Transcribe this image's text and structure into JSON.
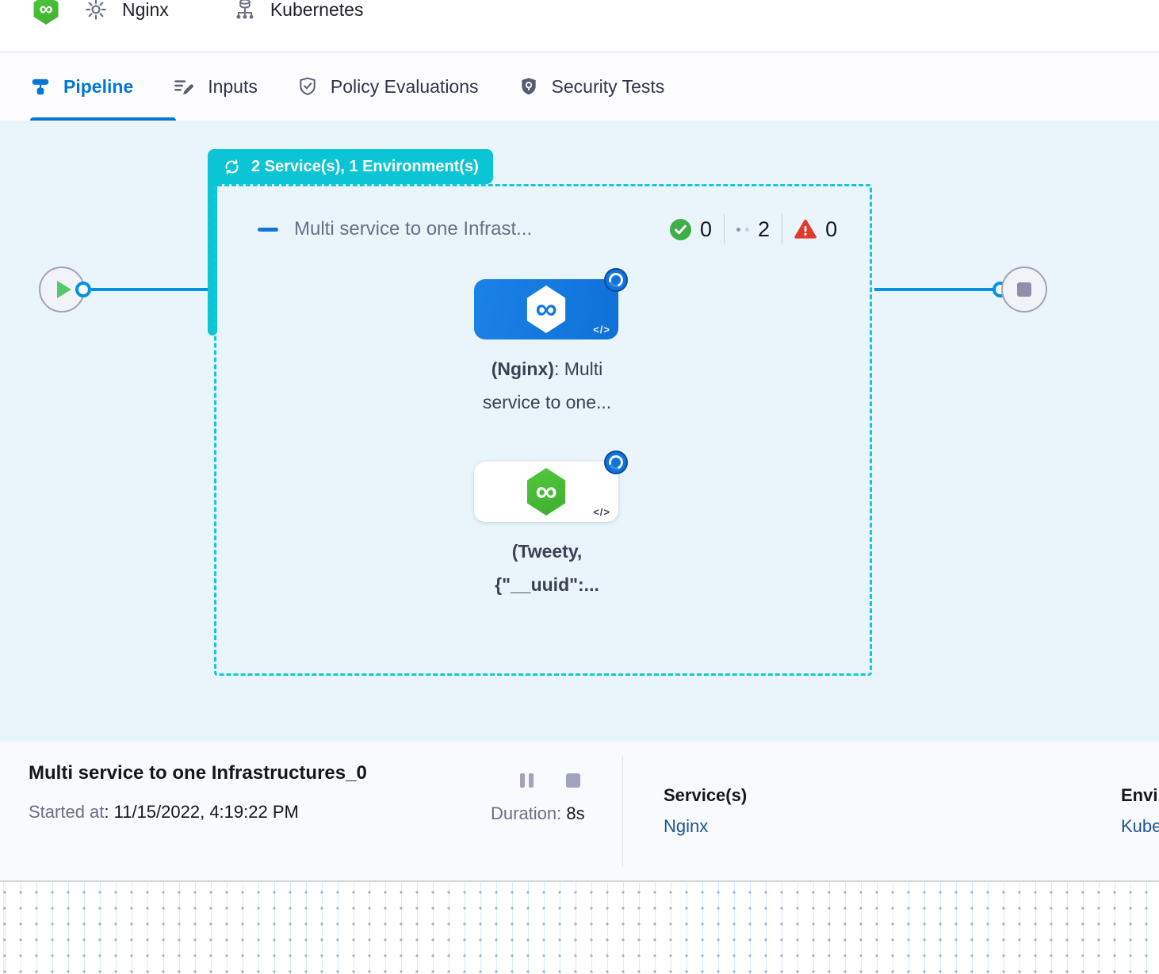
{
  "header": {
    "service_name": "Nginx",
    "environment_name": "Kubernetes"
  },
  "tabs": [
    {
      "label": "Pipeline",
      "active": true
    },
    {
      "label": "Inputs",
      "active": false
    },
    {
      "label": "Policy Evaluations",
      "active": false
    },
    {
      "label": "Security Tests",
      "active": false
    }
  ],
  "stage": {
    "badge": "2 Service(s), 1 Environment(s)",
    "title": "Multi service to one Infrast...",
    "counts": {
      "success": 0,
      "pending": 2,
      "failed": 0
    },
    "nodes": [
      {
        "label_bold": "(Nginx)",
        "label_after": ": Multi",
        "label_line2": "service to one...",
        "style": "blue"
      },
      {
        "label_bold": "(Tweety,",
        "label_after": "",
        "label_line2": "{\"__uuid\":...",
        "style": "white"
      }
    ]
  },
  "footer": {
    "title": "Multi service to one Infrastructures_0",
    "started_label": "Started at",
    "started_value": ": 11/15/2022, 4:19:22 PM",
    "duration_label": "Duration:",
    "duration_value": " 8s",
    "services_label": "Service(s)",
    "services_value": "Nginx",
    "environments_label": "Environment(s)",
    "environments_value": "Kubernetes"
  },
  "colors": {
    "accent_teal": "#0cc5d4",
    "primary_blue": "#0278d5",
    "connector_blue": "#0092e4",
    "node_blue": "#1478e0",
    "harness_green": "#4cbe3c",
    "success_green": "#3fae49",
    "error_red": "#e4392e",
    "link_blue": "#1f5492"
  }
}
